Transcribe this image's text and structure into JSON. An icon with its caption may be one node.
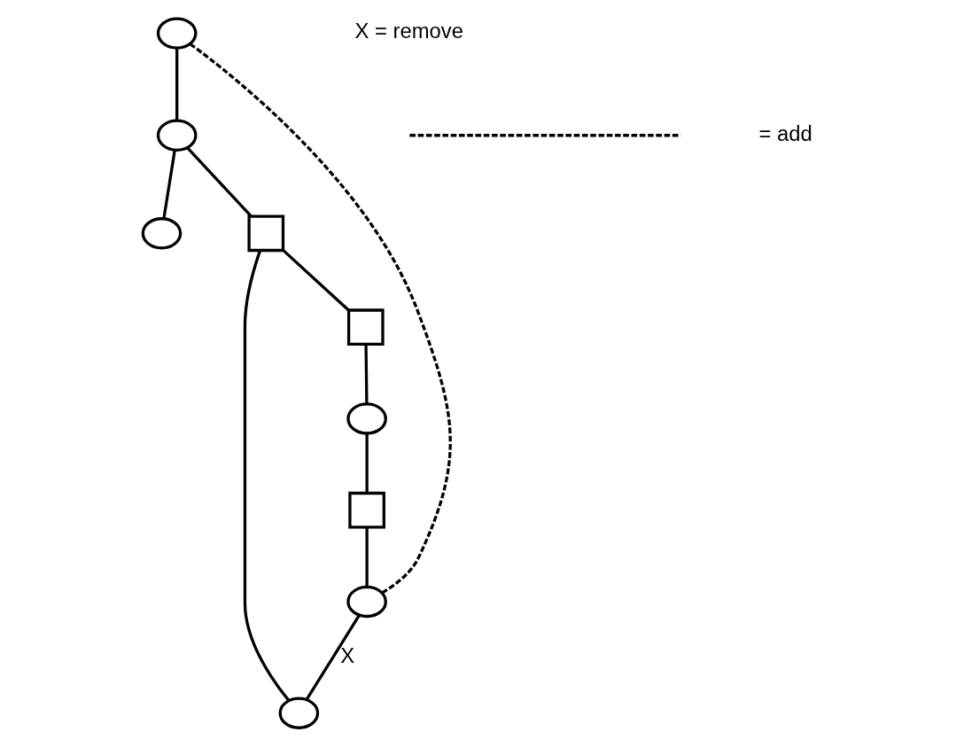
{
  "diagram": {
    "nodes": [
      {
        "text": [],
        "shape": "circle"
      },
      {
        "text": [],
        "shape": "circle"
      },
      {
        "text": [],
        "shape": "circle"
      },
      {
        "text": [],
        "shape": "circle"
      },
      {
        "text": [],
        "shape": "box"
      },
      {
        "text": [],
        "shape": "circle"
      },
      {
        "text": [],
        "shape": "box"
      },
      {
        "text": [],
        "shape": "box"
      },
      {
        "text": [],
        "shape": "circle"
      }
    ],
    "edges": [
      {
        "from": 0,
        "to": 1,
        "arrow": "none"
      },
      {
        "from": 1,
        "to": 2,
        "arrow": "none"
      },
      {
        "from": 1,
        "to": 4,
        "arrow": "none"
      },
      {
        "from": 3,
        "to": 4,
        "arrow": "none"
      },
      {
        "from": 4,
        "to": 6,
        "arrow": "none"
      },
      {
        "from": 6,
        "to": 8,
        "arrow": "none"
      },
      {
        "from": 8,
        "to": 7,
        "arrow": "none"
      },
      {
        "from": 7,
        "to": 5,
        "arrow": "none"
      },
      {
        "from": 5,
        "to": 3,
        "arrow": "none",
        "label": "X"
      },
      {
        "from": 5,
        "to": 0,
        "arrow": "none",
        "style": "dashed"
      }
    ],
    "labels": [
      "X = remove"
    ],
    "legend": [
      {
        "text": "= add"
      }
    ]
  }
}
